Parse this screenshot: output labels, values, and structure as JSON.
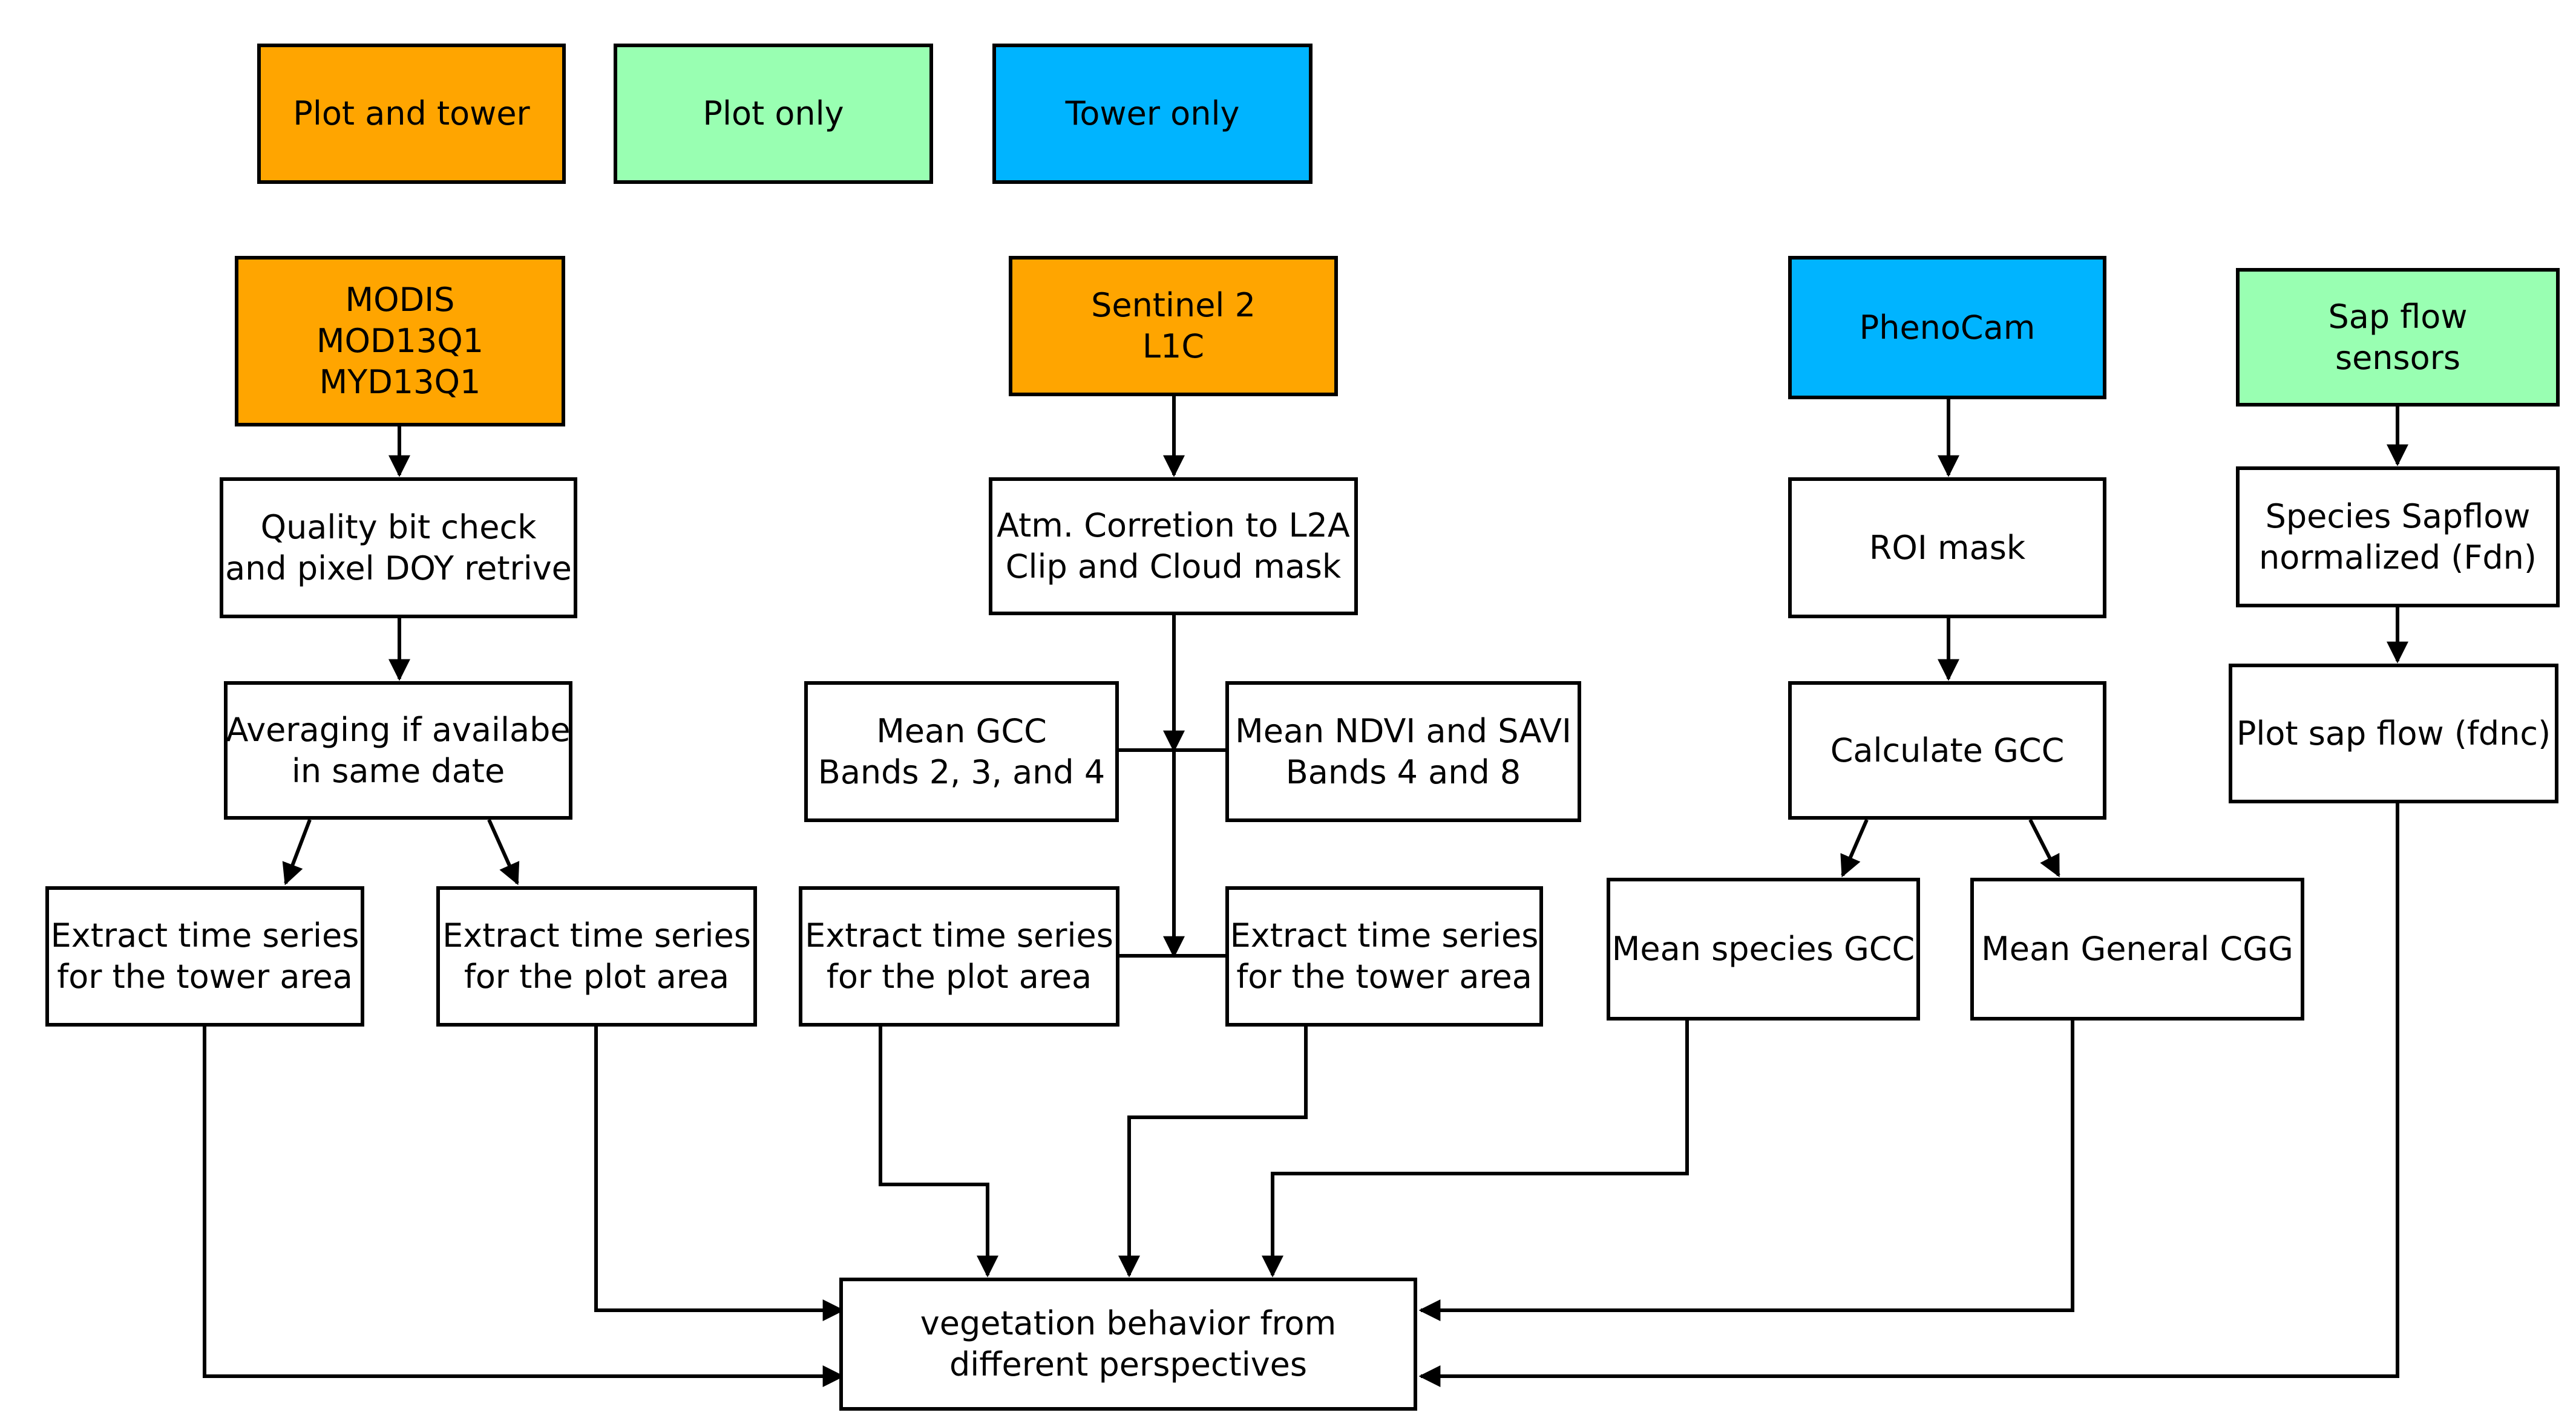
{
  "colors": {
    "plot_and_tower": "#FFA500",
    "plot_only": "#99FFB2",
    "tower_only": "#00B4FF",
    "process": "#FFFFFF",
    "line": "#000000"
  },
  "legend": {
    "plot_and_tower": "Plot and tower",
    "plot_only": "Plot only",
    "tower_only": "Tower only"
  },
  "sources": {
    "modis": {
      "line1": "MODIS",
      "line2": "MOD13Q1",
      "line3": "MYD13Q1",
      "category": "plot_and_tower"
    },
    "sentinel": {
      "line1": "Sentinel 2",
      "line2": "L1C",
      "category": "plot_and_tower"
    },
    "phenocam": {
      "line1": "PhenoCam",
      "category": "tower_only"
    },
    "sapflow": {
      "line1": "Sap flow",
      "line2": "sensors",
      "category": "plot_only"
    }
  },
  "modis_steps": {
    "quality": {
      "line1": "Quality bit check",
      "line2": "and pixel DOY retrive"
    },
    "averaging": {
      "line1": "Averaging if availabe",
      "line2": "in same date"
    },
    "tower_series": {
      "line1": "Extract time series",
      "line2": "for the tower area"
    },
    "plot_series": {
      "line1": "Extract time series",
      "line2": "for the plot area"
    }
  },
  "sentinel_steps": {
    "atm": {
      "line1": "Atm. Corretion to L2A",
      "line2": "Clip and Cloud mask"
    },
    "mean_gcc": {
      "line1": "Mean GCC",
      "line2": "Bands 2, 3, and 4"
    },
    "mean_ndvi": {
      "line1": "Mean NDVI and SAVI",
      "line2": "Bands 4 and 8"
    },
    "plot_series": {
      "line1": "Extract time series",
      "line2": "for the plot area"
    },
    "tower_series": {
      "line1": "Extract time series",
      "line2": "for the tower area"
    }
  },
  "phenocam_steps": {
    "roi": {
      "line1": "ROI mask"
    },
    "calc_gcc": {
      "line1": "Calculate GCC"
    },
    "species_gcc": {
      "line1": "Mean species GCC"
    },
    "general_cgg": {
      "line1": "Mean General CGG"
    }
  },
  "sapflow_steps": {
    "normalized": {
      "line1": "Species Sapflow",
      "line2": "normalized (Fdn)"
    },
    "plot": {
      "line1": "Plot sap flow (fdnc)"
    }
  },
  "output": {
    "line1": "vegetation behavior from",
    "line2": "different perspectives"
  }
}
